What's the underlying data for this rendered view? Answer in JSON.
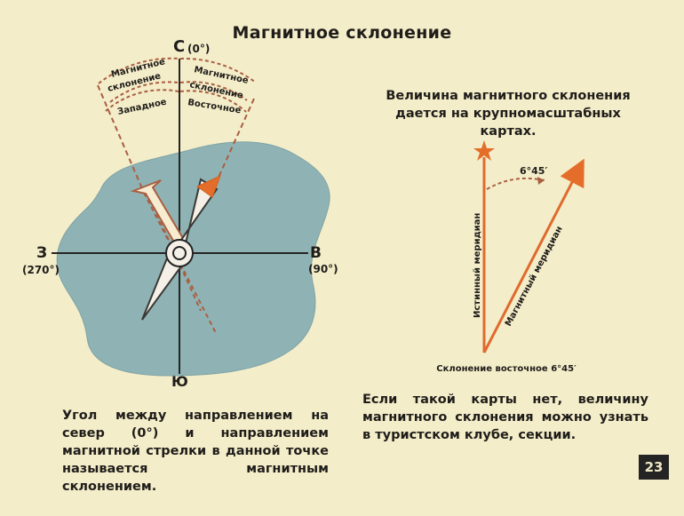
{
  "title": "Магнитное склонение",
  "compass": {
    "north": "С",
    "north_degrees": "(0°)",
    "east": "В",
    "east_degrees": "(90°)",
    "south": "Ю",
    "west": "З",
    "west_degrees": "(270°)",
    "left_arc_top": "Магнитное",
    "left_arc_middle": "склонение",
    "left_arc_bottom": "Западное",
    "right_arc_top": "Магнитное",
    "right_arc_middle": "склонение",
    "right_arc_bottom": "Восточное"
  },
  "captions": {
    "left": "Угол между направлением на север (0°) и направлением магнитной стрелки в данной точке называется магнитным склонением.",
    "right_top": "Величина магнитного склонения дается на крупномасштабных картах.",
    "right_bottom": "Если такой карты нет, величину магнитного склонения можно узнать в туристском клубе, секции."
  },
  "angle_diagram": {
    "angle": "6°45′",
    "true_meridian": "Истинный меридиан",
    "magnetic_meridian": "Магнитный меридиан",
    "declination": "Склонение восточное 6°45′"
  },
  "page_number": "23",
  "colors": {
    "background": "#f4edc9",
    "map_fill": "#8fb3b3",
    "orange": "#e56f2f",
    "text": "#1f1d1a"
  }
}
